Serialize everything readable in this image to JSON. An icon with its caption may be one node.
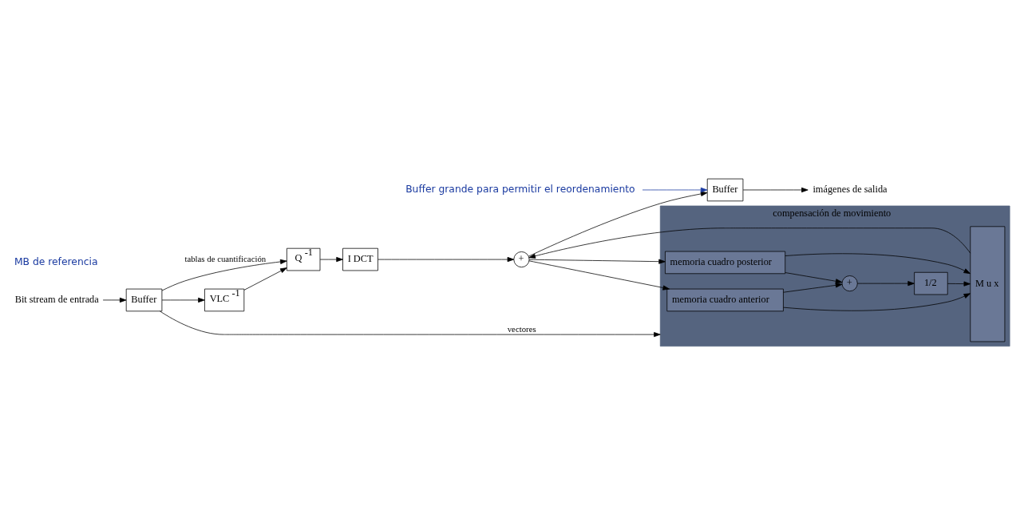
{
  "diagram": {
    "nodes": [
      {
        "text": [
          "Bit stream de entrada"
        ]
      },
      {
        "text": [
          "Buffer"
        ]
      },
      {
        "text": [
          "VLC $^{-1}$"
        ]
      },
      {
        "text": [
          "Q $^{-1}$"
        ]
      },
      {
        "text": [
          "I DCT"
        ]
      },
      {
        "text": [
          "+"
        ]
      },
      {
        "text": [
          "Buffer"
        ]
      },
      {
        "text": [
          "compensación de movimiento"
        ]
      },
      {
        "text": [
          "M u x"
        ],
        "in": 7
      },
      {
        "text": [
          "memoria cuadro anterior"
        ],
        "in": 7
      },
      {
        "text": [
          "memoria cuadro posterior"
        ],
        "in": 7
      },
      {
        "text": [
          "1/2"
        ],
        "in": 7
      },
      {
        "text": [
          "+"
        ],
        "in": 7
      },
      {
        "text": [
          "imágenes de salida"
        ]
      },
      {
        "text": [
          "Buffer grande para permitir el reordenamiento"
        ]
      }
    ],
    "edges": [
      {
        "from": 0,
        "to": 1,
        "arrow": "to"
      },
      {
        "from": 1,
        "to": 2,
        "arrow": "to"
      },
      {
        "from": 2,
        "to": 3,
        "arrow": "to"
      },
      {
        "from": 3,
        "to": 4,
        "arrow": "to"
      },
      {
        "from": 1,
        "to": 3,
        "arrow": "to",
        "label": "tablas de cuantificación"
      },
      {
        "from": 4,
        "to": 5,
        "arrow": "to"
      },
      {
        "from": 1,
        "to": 7,
        "arrow": "to",
        "label": "vectores"
      },
      {
        "from": 8,
        "to": 5,
        "arrow": "to"
      },
      {
        "from": 5,
        "to": 6,
        "arrow": "to"
      },
      {
        "from": 5,
        "to": 9,
        "arrow": "to"
      },
      {
        "from": 5,
        "to": 10,
        "arrow": "to"
      },
      {
        "from": 6,
        "to": 13,
        "arrow": "to"
      },
      {
        "from": 9,
        "to": 8,
        "arrow": "to"
      },
      {
        "from": 10,
        "to": 8,
        "arrow": "to"
      },
      {
        "from": 9,
        "to": 12,
        "arrow": "to"
      },
      {
        "from": 10,
        "to": 12,
        "arrow": "to"
      },
      {
        "from": 12,
        "to": 11,
        "arrow": "to"
      },
      {
        "from": 11,
        "to": 8,
        "arrow": "to"
      },
      {
        "from": 14,
        "to": 6,
        "arrow": "to",
        "color": "#1a3aa0"
      }
    ],
    "labels": [
      "MB de referencia"
    ]
  }
}
